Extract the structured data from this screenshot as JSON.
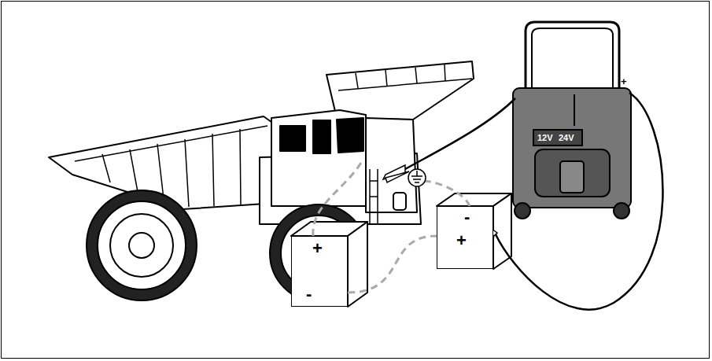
{
  "diagram": {
    "nodes": [
      {
        "text": [
          "+",
          "-"
        ]
      },
      {
        "text": [
          "-",
          "+"
        ]
      }
    ],
    "edges": [
      {
        "from": 0,
        "to": 1,
        "arrow": "none"
      }
    ],
    "labels": [
      "12V",
      "24V",
      "+"
    ]
  }
}
